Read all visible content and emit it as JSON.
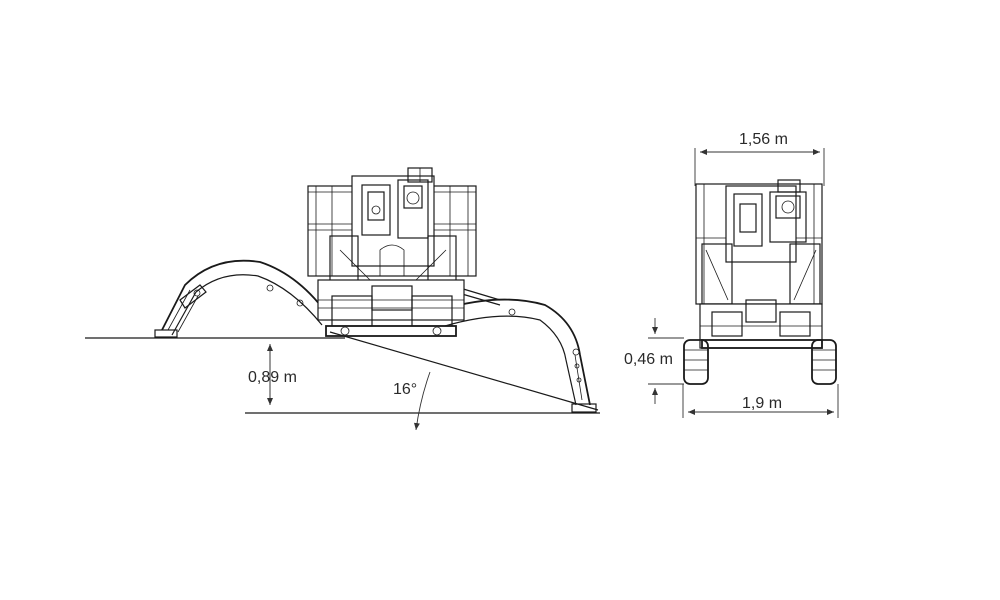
{
  "side_view": {
    "height_label": "0,89 m",
    "angle_label": "16°"
  },
  "front_view": {
    "top_width_label": "1,56 m",
    "track_height_label": "0,46 m",
    "bottom_width_label": "1,9 m"
  },
  "colors": {
    "line": "#1a1a1a",
    "text": "#2a2a2a",
    "background": "#ffffff"
  }
}
